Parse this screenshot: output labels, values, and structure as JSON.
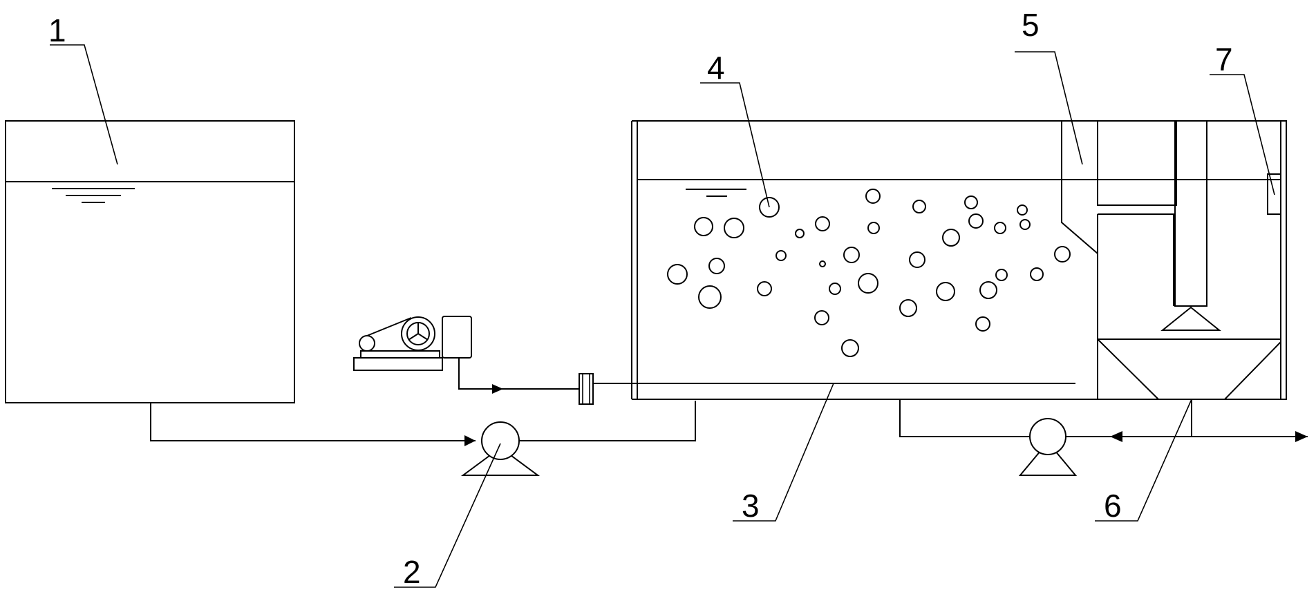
{
  "labels": {
    "n1": "1",
    "n2": "2",
    "n3": "3",
    "n4": "4",
    "n5": "5",
    "n6": "6",
    "n7": "7"
  },
  "colors": {
    "stroke": "#000000",
    "background": "#ffffff"
  }
}
